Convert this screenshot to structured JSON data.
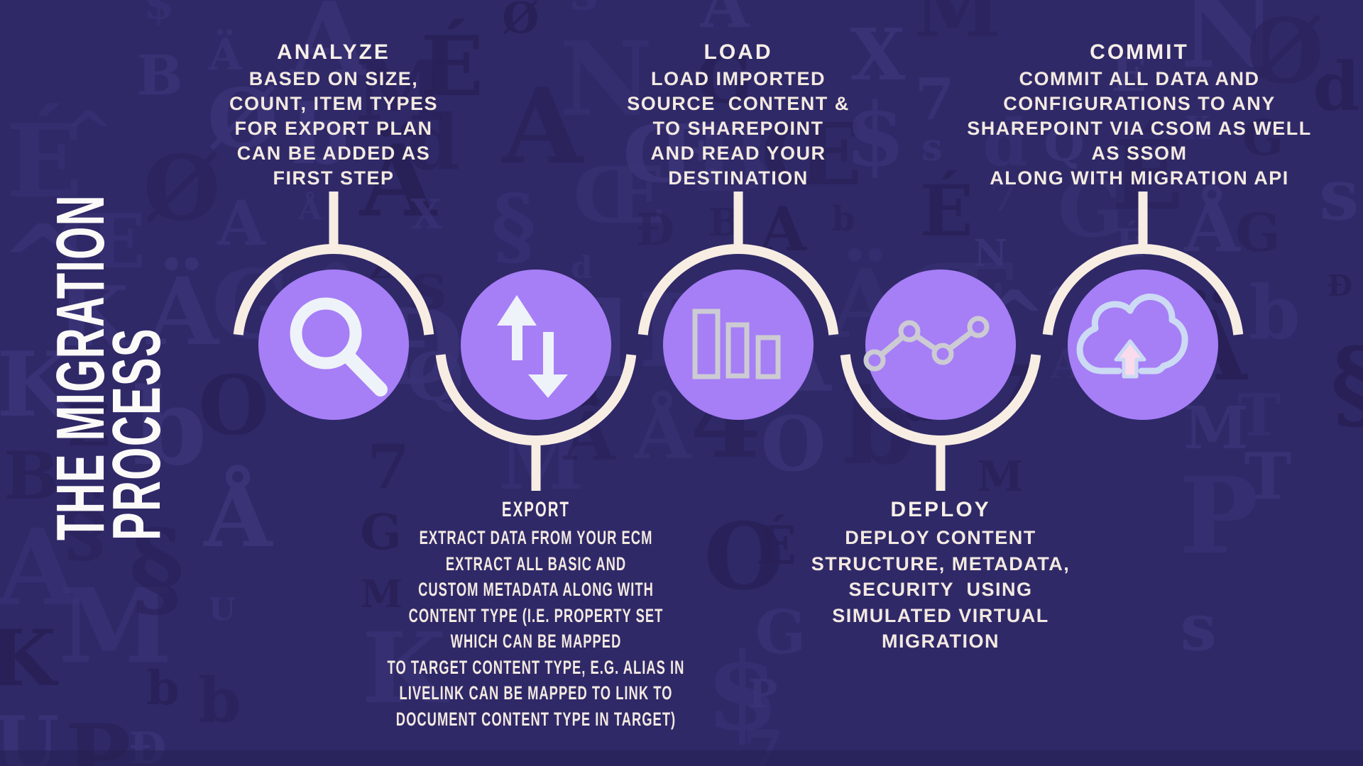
{
  "title": {
    "line1": "THE MIGRATION",
    "line2": "PROCESS"
  },
  "steps": [
    {
      "name": "analyze",
      "label": "ANALYZE",
      "icon": "magnifier-icon",
      "position": "top",
      "lines": [
        "BASED ON SIZE,",
        "COUNT, ITEM TYPES",
        "FOR EXPORT PLAN",
        "CAN BE ADDED AS",
        "FIRST STEP"
      ]
    },
    {
      "name": "export",
      "label": "EXPORT",
      "icon": "up-down-arrows-icon",
      "position": "bottom",
      "lines": [
        "EXTRACT DATA FROM YOUR ECM",
        "EXTRACT ALL BASIC AND",
        "CUSTOM METADATA ALONG WITH",
        "CONTENT TYPE (I.E. PROPERTY SET",
        "WHICH CAN BE MAPPED",
        "TO TARGET CONTENT TYPE, E.G. ALIAS IN",
        "LIVELINK CAN BE MAPPED TO LINK TO",
        "DOCUMENT CONTENT TYPE IN TARGET)"
      ]
    },
    {
      "name": "load",
      "label": "LOAD",
      "icon": "bar-chart-icon",
      "position": "top",
      "lines": [
        "LOAD IMPORTED",
        "SOURCE  CONTENT &",
        "TO SHAREPOINT",
        "AND READ YOUR",
        "DESTINATION"
      ]
    },
    {
      "name": "deploy",
      "label": "DEPLOY",
      "icon": "line-chart-icon",
      "position": "bottom",
      "lines": [
        "DEPLOY CONTENT",
        "STRUCTURE, METADATA,",
        "SECURITY  USING",
        "SIMULATED VIRTUAL",
        "MIGRATION"
      ]
    },
    {
      "name": "commit",
      "label": "COMMIT",
      "icon": "cloud-upload-icon",
      "position": "top",
      "lines": [
        "COMMIT ALL DATA AND",
        "CONFIGURATIONS TO ANY",
        "SHAREPOINT VIA CSOM AS WELL",
        "AS SSOM",
        "ALONG WITH MIGRATION API"
      ]
    }
  ],
  "colors": {
    "background": "#2f2968",
    "background_glyph_light": "#3b3478",
    "background_glyph_dark": "#282056",
    "circle_purple": "#a67ef6",
    "ornament_cream": "#f7ede3",
    "text_cream": "#f3e9e1",
    "title_white": "#fcfaf8",
    "icon_white": "#eef2f9",
    "icon_gray": "#cccbd3",
    "cloud_blue": "#ccdaf4",
    "arrow_pink": "#f9dbed"
  },
  "background": {
    "glyphs": "ĐÉBASPØNOUGZTŒÅÄQ47$MKXsdb§^"
  }
}
